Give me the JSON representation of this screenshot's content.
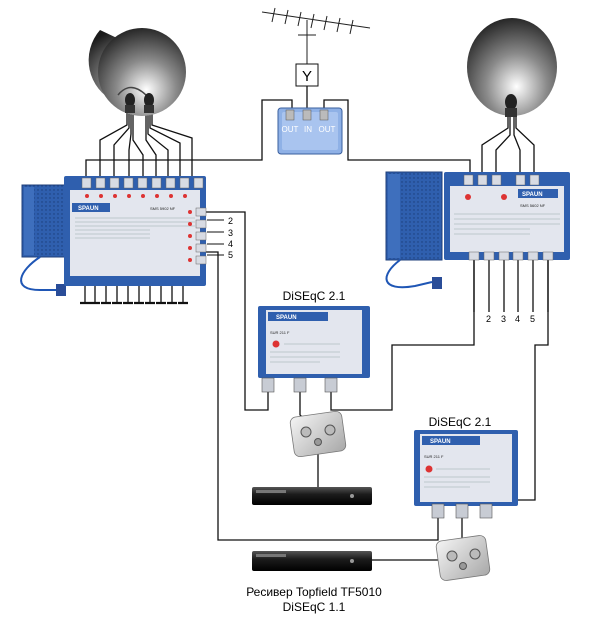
{
  "labels": {
    "antenna_y": "Y",
    "combiner_out_left": "OUT",
    "combiner_in": "IN",
    "combiner_out_right": "OUT",
    "left_ms_outputs": [
      "2",
      "3",
      "4",
      "5"
    ],
    "right_ms_outputs": [
      "2",
      "3",
      "4",
      "5"
    ],
    "diseqc_1": "DiSEqC 2.1",
    "diseqc_2": "DiSEqC 2.1",
    "receiver_name": "Ресивер Topfield TF5010",
    "receiver_protocol": "DiSEqC 1.1"
  },
  "devices": {
    "left_multiswitch_brand": "SPAUN",
    "left_multiswitch_model": "SMS 5902 NF",
    "right_multiswitch_brand": "SPAUN",
    "right_multiswitch_model": "SMS 5602 NF",
    "relay_1_brand": "SPAUN",
    "relay_1_model": "SUR 211 F",
    "relay_2_brand": "SPAUN",
    "relay_2_model": "SUR 211 F"
  },
  "colors": {
    "switch_blue": "#2f5fae",
    "panel_grey": "#e3e6ee",
    "wire": "#111111",
    "cable_blue": "#1f56b5",
    "dish_dark": "#222222"
  }
}
